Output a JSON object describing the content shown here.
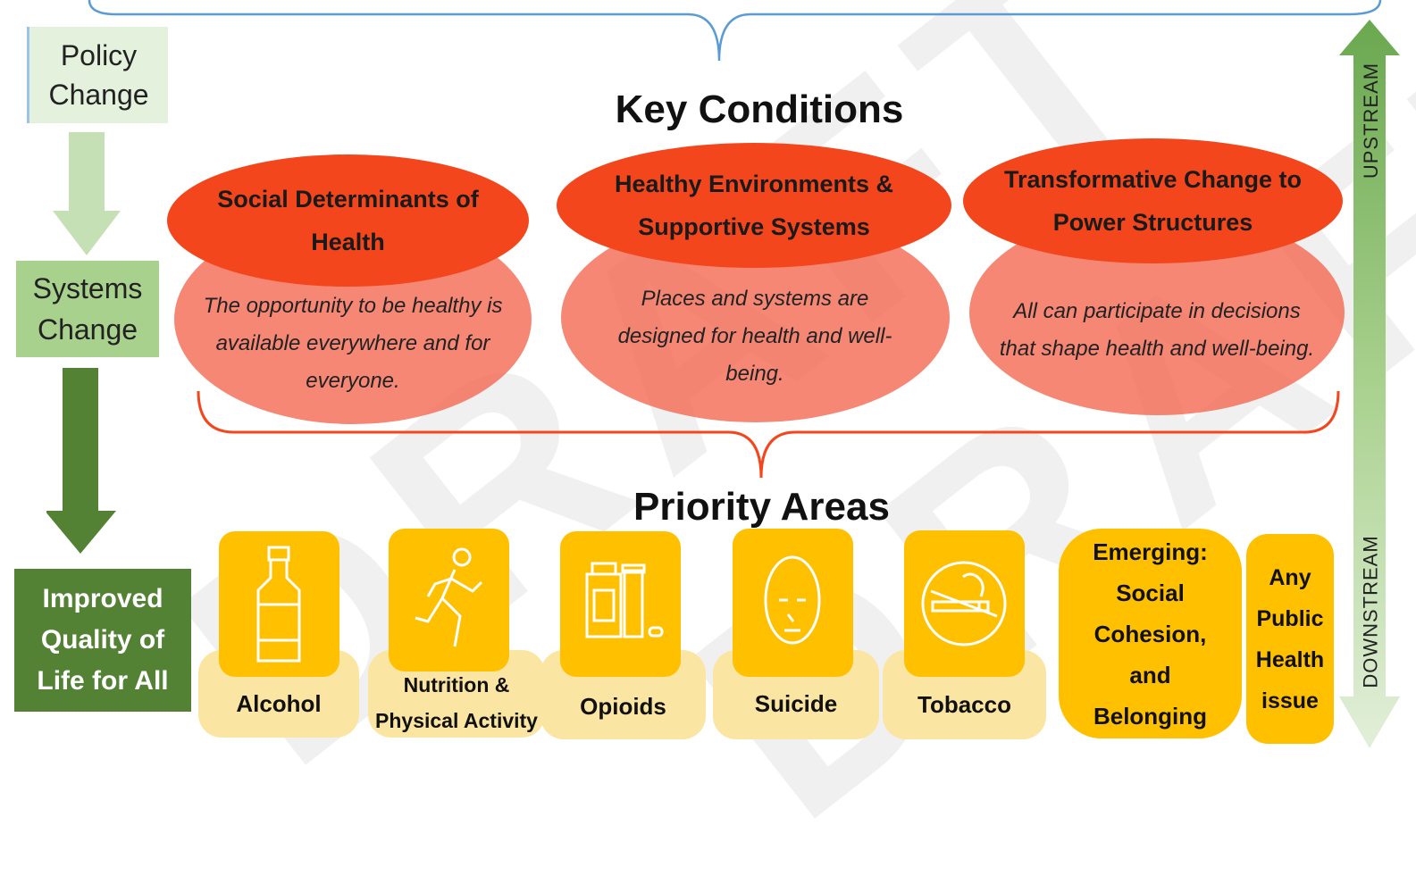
{
  "title": "Key Conditions",
  "priority_title": "Priority Areas",
  "stages": {
    "policy": "Policy Change",
    "systems": "Systems Change",
    "outcome": "Improved Quality of Life for All"
  },
  "conditions": [
    {
      "head": "Social Determinants of Health",
      "desc": "The opportunity to be healthy is available everywhere and for everyone."
    },
    {
      "head": "Healthy Environments & Supportive Systems",
      "desc": "Places and systems are designed for health and well-being."
    },
    {
      "head": "Transformative Change to Power Structures",
      "desc": "All can participate in decisions that shape health and well-being."
    }
  ],
  "priority_areas": [
    {
      "label": "Alcohol",
      "icon": "bottle-icon"
    },
    {
      "label": "Nutrition & Physical Activity",
      "icon": "runner-icon"
    },
    {
      "label": "Opioids",
      "icon": "pill-bottles-icon"
    },
    {
      "label": "Suicide",
      "icon": "face-icon"
    },
    {
      "label": "Tobacco",
      "icon": "cigarette-icon"
    }
  ],
  "emerging": "Emerging: Social Cohesion, and Belonging",
  "any_issue": "Any Public Health issue",
  "axis": {
    "upstream": "UPSTREAM",
    "downstream": "DOWNSTREAM"
  },
  "watermark": "DRAFT",
  "colors": {
    "dark_green": "#548235",
    "mid_green": "#a9d18e",
    "light_green": "#e4f1dc",
    "red": "#f4461c",
    "salmon": "#f4654e",
    "gold": "#ffc000",
    "cream": "#fbe5a3",
    "blue_brace": "#5b9bd5"
  }
}
